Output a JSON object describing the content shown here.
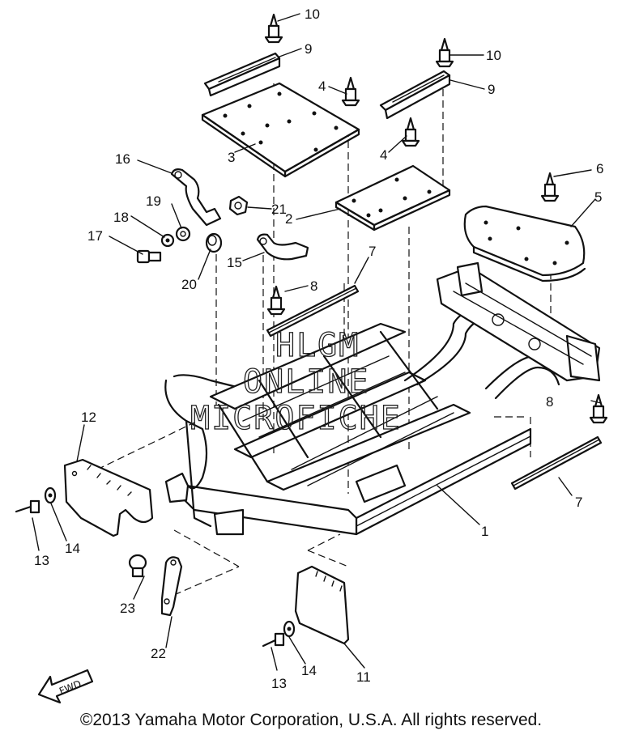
{
  "callouts": [
    {
      "id": "c1",
      "label": "1"
    },
    {
      "id": "c2",
      "label": "2"
    },
    {
      "id": "c3",
      "label": "3"
    },
    {
      "id": "c4a",
      "label": "4"
    },
    {
      "id": "c4b",
      "label": "4"
    },
    {
      "id": "c5",
      "label": "5"
    },
    {
      "id": "c6",
      "label": "6"
    },
    {
      "id": "c7a",
      "label": "7"
    },
    {
      "id": "c7b",
      "label": "7"
    },
    {
      "id": "c8a",
      "label": "8"
    },
    {
      "id": "c8b",
      "label": "8"
    },
    {
      "id": "c9a",
      "label": "9"
    },
    {
      "id": "c9b",
      "label": "9"
    },
    {
      "id": "c10a",
      "label": "10"
    },
    {
      "id": "c10b",
      "label": "10"
    },
    {
      "id": "c11",
      "label": "11"
    },
    {
      "id": "c12",
      "label": "12"
    },
    {
      "id": "c13a",
      "label": "13"
    },
    {
      "id": "c13b",
      "label": "13"
    },
    {
      "id": "c14a",
      "label": "14"
    },
    {
      "id": "c14b",
      "label": "14"
    },
    {
      "id": "c15",
      "label": "15"
    },
    {
      "id": "c16",
      "label": "16"
    },
    {
      "id": "c17",
      "label": "17"
    },
    {
      "id": "c18",
      "label": "18"
    },
    {
      "id": "c19",
      "label": "19"
    },
    {
      "id": "c20",
      "label": "20"
    },
    {
      "id": "c21",
      "label": "21"
    },
    {
      "id": "c22",
      "label": "22"
    },
    {
      "id": "c23",
      "label": "23"
    }
  ],
  "watermark": [
    "HLGM",
    "ONLINE",
    "MICROFICHE"
  ],
  "fwd_label": "FWD",
  "copyright": "©2013 Yamaha Motor Corporation, U.S.A. All rights reserved."
}
